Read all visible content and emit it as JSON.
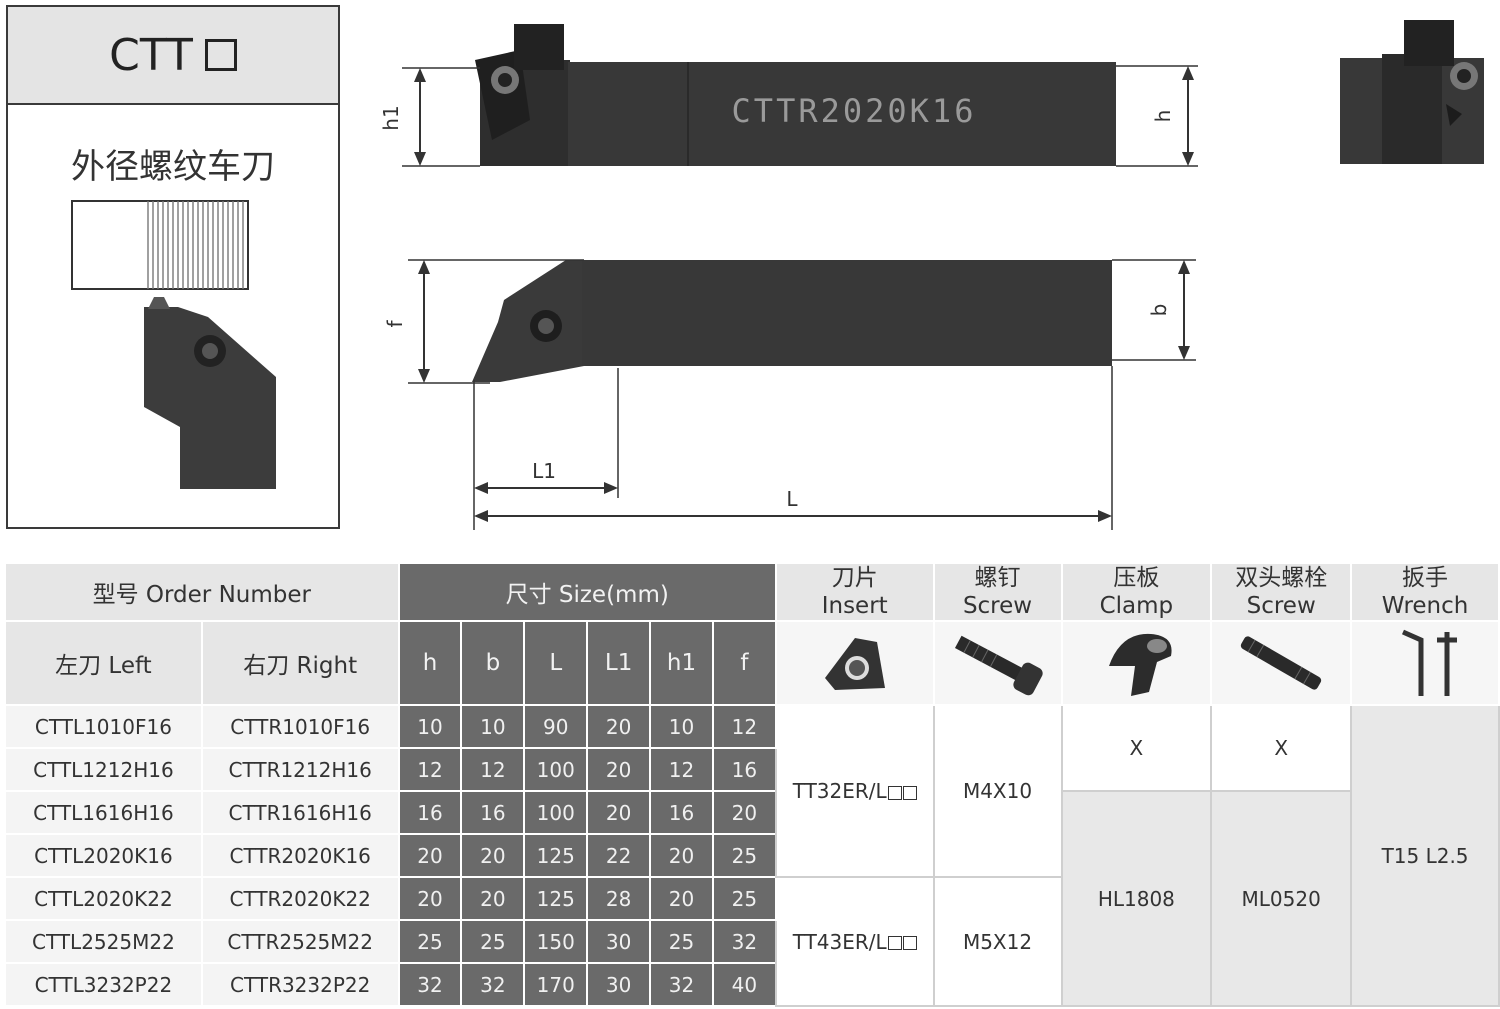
{
  "panel": {
    "title": "CTT",
    "subtitle": "外径螺纹车刀"
  },
  "drawing": {
    "body_marking": "CTTR2020K16",
    "dims": {
      "h1": "h1",
      "h": "h",
      "f": "f",
      "b": "b",
      "L1": "L1",
      "L": "L"
    }
  },
  "table": {
    "order_number": "型号 Order Number",
    "size": "尺寸 Size(mm)",
    "insert_cn": "刀片",
    "insert_en": "Insert",
    "screw_cn": "螺钉",
    "screw_en": "Screw",
    "clamp_cn": "压板",
    "clamp_en": "Clamp",
    "stud_cn": "双头螺栓",
    "stud_en": "Screw",
    "wrench_cn": "扳手",
    "wrench_en": "Wrench",
    "left": "左刀 Left",
    "right": "右刀 Right",
    "cols": [
      "h",
      "b",
      "L",
      "L1",
      "h1",
      "f"
    ],
    "rows": [
      {
        "left": "CTTL1010F16",
        "right": "CTTR1010F16",
        "h": "10",
        "b": "10",
        "L": "90",
        "L1": "20",
        "h1": "10",
        "f": "12"
      },
      {
        "left": "CTTL1212H16",
        "right": "CTTR1212H16",
        "h": "12",
        "b": "12",
        "L": "100",
        "L1": "20",
        "h1": "12",
        "f": "16"
      },
      {
        "left": "CTTL1616H16",
        "right": "CTTR1616H16",
        "h": "16",
        "b": "16",
        "L": "100",
        "L1": "20",
        "h1": "16",
        "f": "20"
      },
      {
        "left": "CTTL2020K16",
        "right": "CTTR2020K16",
        "h": "20",
        "b": "20",
        "L": "125",
        "L1": "22",
        "h1": "20",
        "f": "25"
      },
      {
        "left": "CTTL2020K22",
        "right": "CTTR2020K22",
        "h": "20",
        "b": "20",
        "L": "125",
        "L1": "28",
        "h1": "20",
        "f": "25"
      },
      {
        "left": "CTTL2525M22",
        "right": "CTTR2525M22",
        "h": "25",
        "b": "25",
        "L": "150",
        "L1": "30",
        "h1": "25",
        "f": "32"
      },
      {
        "left": "CTTL3232P22",
        "right": "CTTR3232P22",
        "h": "32",
        "b": "32",
        "L": "170",
        "L1": "30",
        "h1": "32",
        "f": "40"
      }
    ],
    "insert_a": "TT32ER/L",
    "insert_b": "TT43ER/L",
    "screw_a": "M4X10",
    "screw_b": "M5X12",
    "clamp_x": "X",
    "stud_x": "X",
    "clamp": "HL1808",
    "stud": "ML0520",
    "wrench": "T15  L2.5"
  }
}
